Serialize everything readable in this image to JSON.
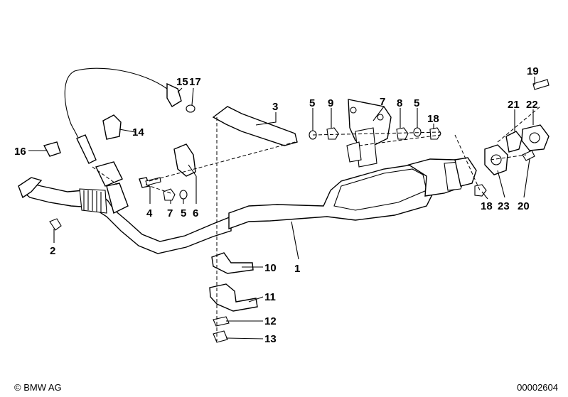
{
  "diagram": {
    "labels": [
      {
        "id": "1",
        "text": "1"
      },
      {
        "id": "2",
        "text": "2"
      },
      {
        "id": "3",
        "text": "3"
      },
      {
        "id": "4",
        "text": "4"
      },
      {
        "id": "5a",
        "text": "5"
      },
      {
        "id": "5b",
        "text": "5"
      },
      {
        "id": "5c",
        "text": "5"
      },
      {
        "id": "6",
        "text": "6"
      },
      {
        "id": "7a",
        "text": "7"
      },
      {
        "id": "7b",
        "text": "7"
      },
      {
        "id": "8",
        "text": "8"
      },
      {
        "id": "9",
        "text": "9"
      },
      {
        "id": "10",
        "text": "10"
      },
      {
        "id": "11",
        "text": "11"
      },
      {
        "id": "12",
        "text": "12"
      },
      {
        "id": "13",
        "text": "13"
      },
      {
        "id": "14",
        "text": "14"
      },
      {
        "id": "15",
        "text": "15"
      },
      {
        "id": "16",
        "text": "16"
      },
      {
        "id": "17",
        "text": "17"
      },
      {
        "id": "18a",
        "text": "18"
      },
      {
        "id": "18b",
        "text": "18"
      },
      {
        "id": "19",
        "text": "19"
      },
      {
        "id": "20",
        "text": "20"
      },
      {
        "id": "21",
        "text": "21"
      },
      {
        "id": "22",
        "text": "22"
      },
      {
        "id": "23",
        "text": "23"
      }
    ]
  },
  "footer": {
    "copyright": "© BMW AG",
    "diagram_id": "00002604"
  }
}
